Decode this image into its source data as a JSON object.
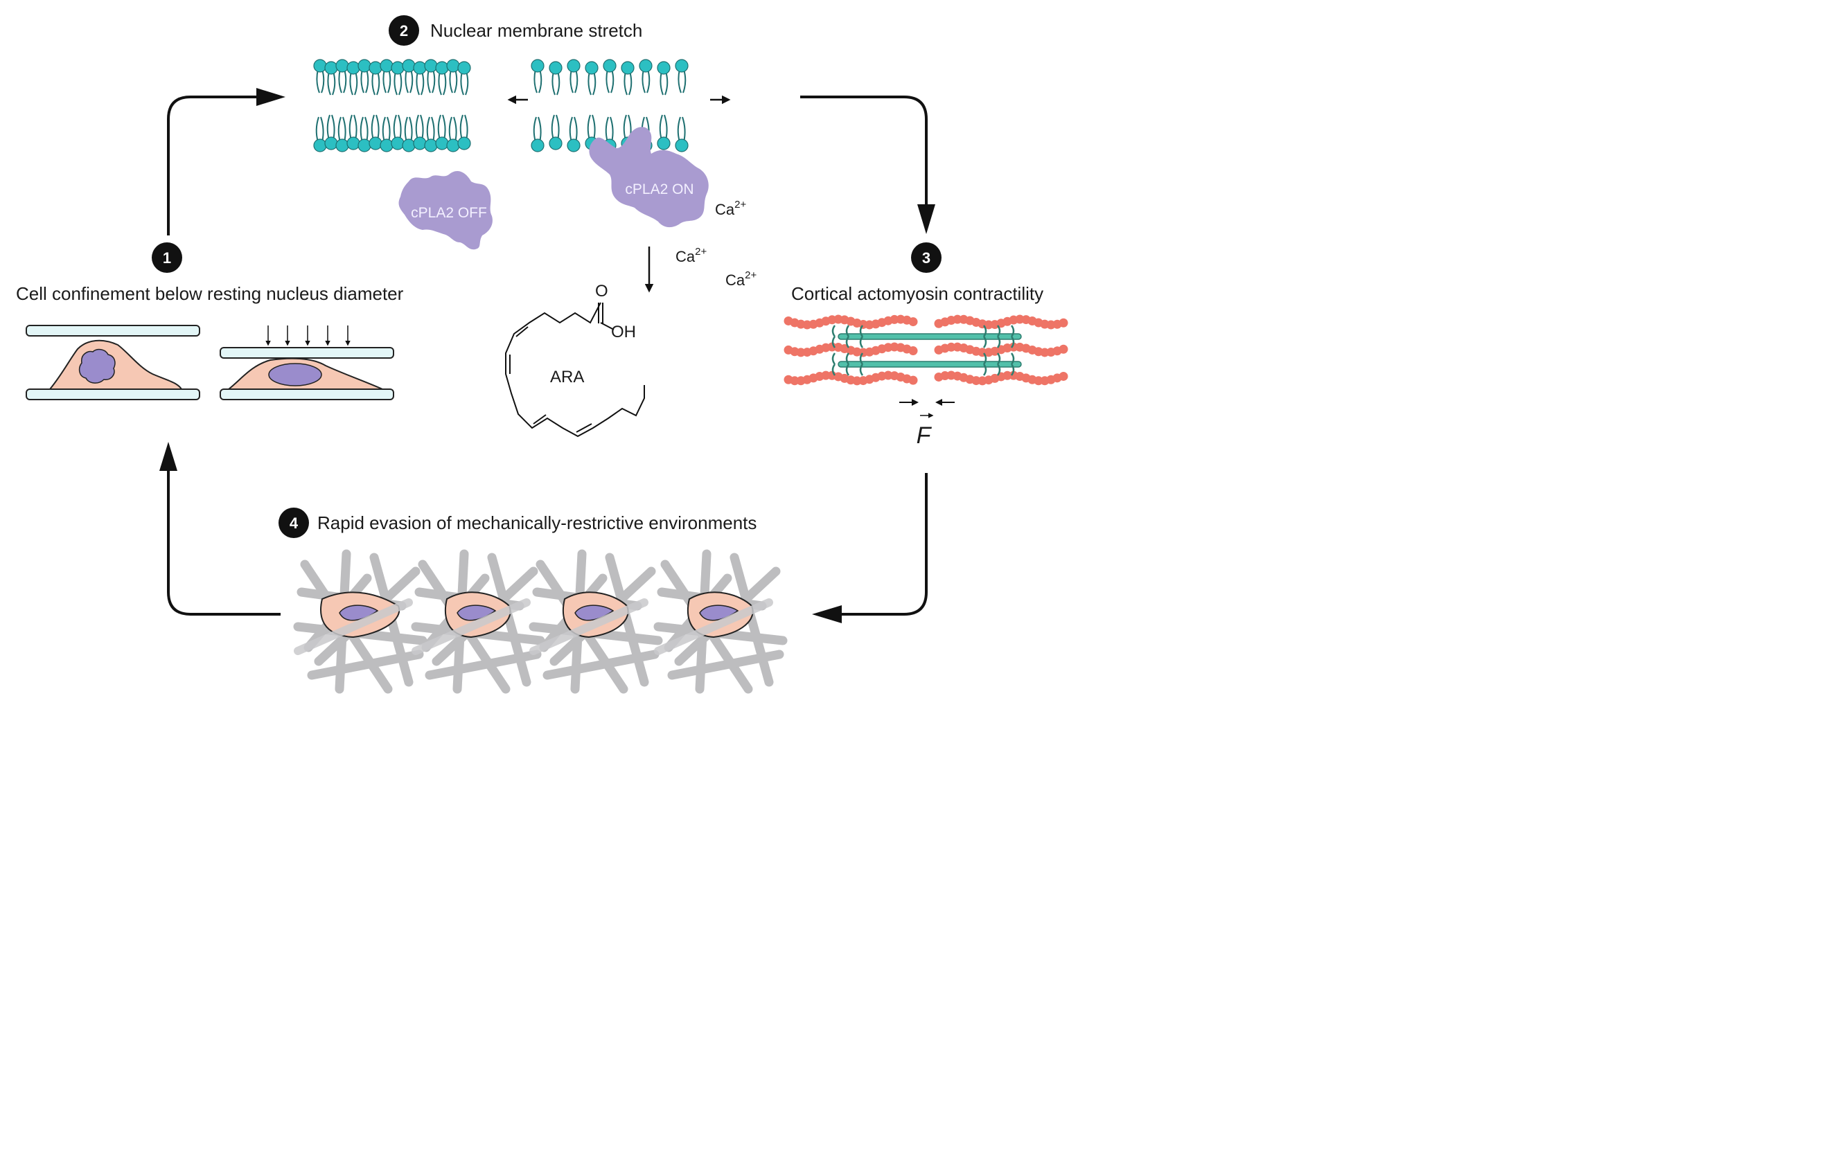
{
  "steps": {
    "step1": {
      "number": "1",
      "title": "Cell confinement below resting nucleus diameter"
    },
    "step2": {
      "number": "2",
      "title": "Nuclear membrane stretch"
    },
    "step3": {
      "number": "3",
      "title": "Cortical actomyosin contractility"
    },
    "step4": {
      "number": "4",
      "title": "Rapid evasion of mechanically-restrictive environments"
    }
  },
  "membrane": {
    "enzyme_off": "cPLA2 OFF",
    "enzyme_on": "cPLA2 ON",
    "calcium": [
      "Ca",
      "Ca",
      "Ca"
    ],
    "calcium_charge": "2+"
  },
  "molecule": {
    "name": "ARA",
    "oxygen": "O",
    "hydroxyl": "OH"
  },
  "force": {
    "symbol": "F"
  },
  "colors": {
    "lipid_head": "#2cbfc2",
    "enzyme": "#a99bd0",
    "cell": "#f6c8b4",
    "nucleus": "#9a8ccc",
    "actin": "#ee7466",
    "myosin": "#52c0aa",
    "matrix": "#c9c9cb",
    "arrow": "#111111"
  }
}
